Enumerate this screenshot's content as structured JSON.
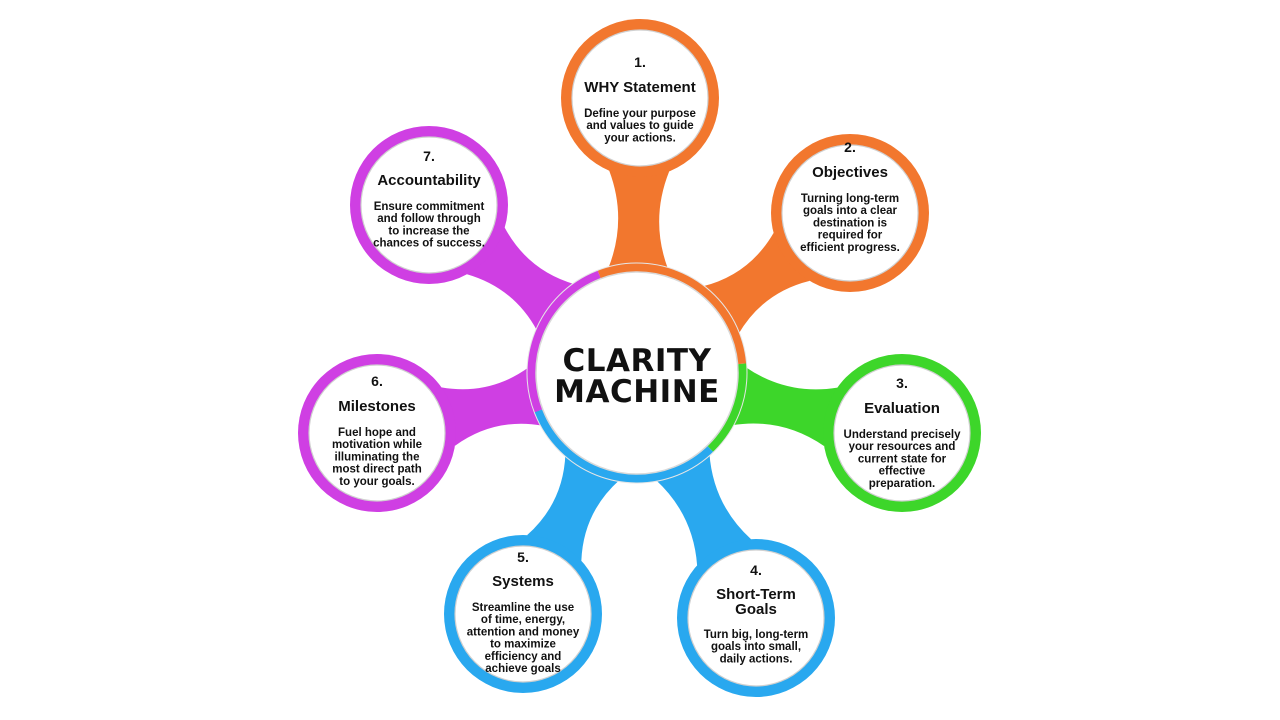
{
  "center": {
    "title_lines": [
      "CLARITY",
      "MACHINE"
    ]
  },
  "colors": {
    "orange": "#F2772E",
    "green": "#3DD62A",
    "blue": "#29A8EF",
    "magenta": "#CF3FE3"
  },
  "nodes": [
    {
      "number": "1.",
      "title_lines": [
        "WHY Statement"
      ],
      "desc_lines": [
        "Define your purpose",
        "and values to guide",
        "your actions."
      ],
      "color": "#F2772E"
    },
    {
      "number": "2.",
      "title_lines": [
        "Objectives"
      ],
      "desc_lines": [
        "Turning long-term",
        "goals into a clear",
        "destination is",
        "required for",
        "efficient progress."
      ],
      "color": "#F2772E"
    },
    {
      "number": "3.",
      "title_lines": [
        "Evaluation"
      ],
      "desc_lines": [
        "Understand precisely",
        "your resources and",
        "current state for",
        "effective",
        "preparation."
      ],
      "color": "#3DD62A"
    },
    {
      "number": "4.",
      "title_lines": [
        "Short-Term",
        "Goals"
      ],
      "desc_lines": [
        "Turn big, long-term",
        "goals into small,",
        "daily actions."
      ],
      "color": "#29A8EF"
    },
    {
      "number": "5.",
      "title_lines": [
        "Systems"
      ],
      "desc_lines": [
        "Streamline the use",
        "of time, energy,",
        "attention and money",
        "to maximize",
        "efficiency and",
        "achieve goals"
      ],
      "color": "#29A8EF"
    },
    {
      "number": "6.",
      "title_lines": [
        "Milestones"
      ],
      "desc_lines": [
        "Fuel hope and",
        "motivation while",
        "illuminating the",
        "most direct path",
        "to your goals."
      ],
      "color": "#CF3FE3"
    },
    {
      "number": "7.",
      "title_lines": [
        "Accountability"
      ],
      "desc_lines": [
        "Ensure commitment",
        "and follow through",
        "to increase the",
        "chances of success."
      ],
      "color": "#CF3FE3"
    }
  ]
}
